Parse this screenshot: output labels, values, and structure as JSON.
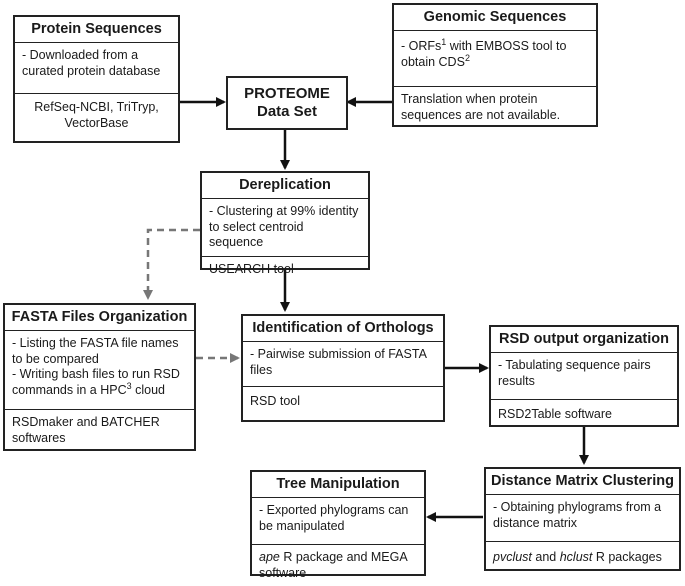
{
  "protein": {
    "title": "Protein Sequences",
    "desc": "- Downloaded from a curated protein database",
    "sources": "RefSeq-NCBI, TriTryp, VectorBase"
  },
  "genomic": {
    "title": "Genomic Sequences",
    "desc_a": "- ORFs",
    "sup1": "1",
    "desc_b": " with EMBOSS tool to obtain CDS",
    "sup2": "2",
    "translation": "Translation when protein sequences are not available."
  },
  "proteome": {
    "line1": "PROTEOME",
    "line2": "Data Set"
  },
  "dereplication": {
    "title": "Dereplication",
    "desc": "- Clustering at 99% identity to select centroid sequence",
    "tool": "USEARCH tool"
  },
  "fasta": {
    "title": "FASTA Files Organization",
    "item1": "- Listing the FASTA file names to be compared",
    "item2_a": "- Writing bash files to run RSD commands in a HPC",
    "sup3": "3",
    "item2_b": " cloud",
    "tools": "RSDmaker and BATCHER softwares"
  },
  "orthologs": {
    "title": "Identification of Orthologs",
    "desc": "- Pairwise submission of FASTA files",
    "tool": "RSD tool"
  },
  "rsd_output": {
    "title": "RSD output organization",
    "desc": "- Tabulating sequence pairs results",
    "tool": "RSD2Table software"
  },
  "distance": {
    "title": "Distance Matrix Clustering",
    "desc": "- Obtaining phylograms from a distance matrix",
    "pkg_a": "pvclust",
    "pkg_b": " and ",
    "pkg_c": "hclust",
    "pkg_d": " R packages"
  },
  "tree": {
    "title": "Tree Manipulation",
    "desc": "- Exported phylograms can be manipulated",
    "pkg_a": "ape",
    "pkg_b": " R package and MEGA software"
  }
}
